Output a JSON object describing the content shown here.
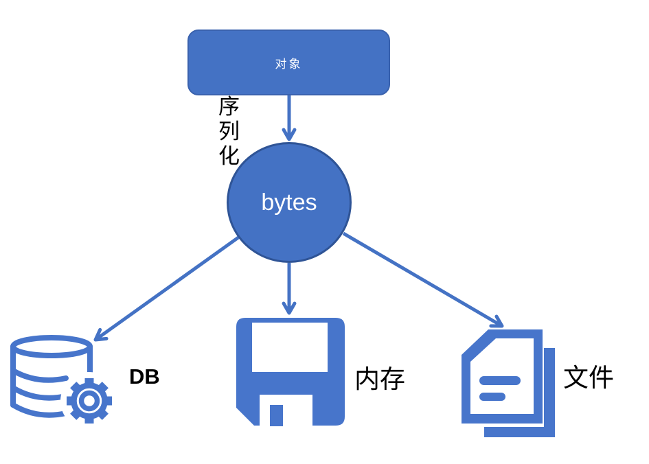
{
  "diagram": {
    "title_hint": "serialization flow diagram",
    "background": "#ffffff",
    "colors": {
      "accent": "#4472C4",
      "accent_dark": "#2F5496",
      "icon_blue": "#4775CB",
      "text_black": "#000000",
      "text_white": "#ffffff"
    },
    "nodes": {
      "object_box": "对象",
      "serialize_label": "序列化",
      "bytes_circle": "bytes",
      "db_label": "DB",
      "memory_label": "内存",
      "file_label": "文件"
    },
    "icons": [
      {
        "name": "database-gear-icon",
        "meaning": "database storage target"
      },
      {
        "name": "floppy-disk-icon",
        "meaning": "memory storage target"
      },
      {
        "name": "document-stack-icon",
        "meaning": "file storage target"
      }
    ],
    "arrows": [
      {
        "name": "arrow-object-to-bytes",
        "from": "object_box",
        "to": "bytes_circle"
      },
      {
        "name": "arrow-bytes-to-db",
        "from": "bytes_circle",
        "to": "db"
      },
      {
        "name": "arrow-bytes-to-memory",
        "from": "bytes_circle",
        "to": "memory"
      },
      {
        "name": "arrow-bytes-to-file",
        "from": "bytes_circle",
        "to": "file"
      }
    ]
  }
}
